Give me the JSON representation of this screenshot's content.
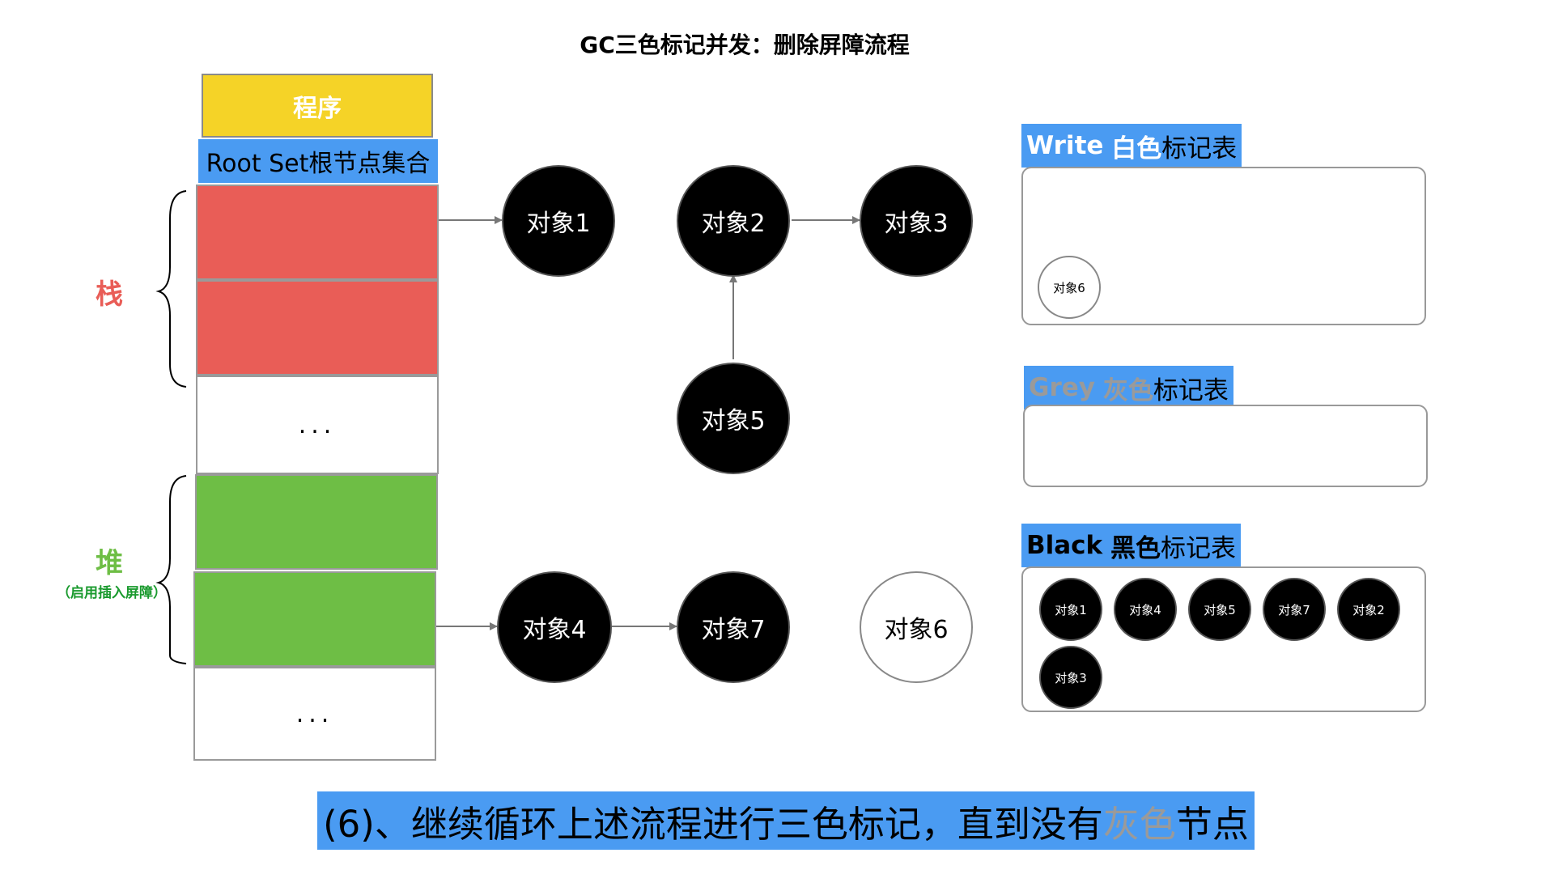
{
  "title": "GC三色标记并发：删除屏障流程",
  "program_label": "程序",
  "root_set_label": "Root Set根节点集合",
  "stack_label": "栈",
  "heap_label": "堆",
  "heap_note": "（启用插入屏障）",
  "ellipsis": "...",
  "nodes": {
    "obj1": "对象1",
    "obj2": "对象2",
    "obj3": "对象3",
    "obj4": "对象4",
    "obj5": "对象5",
    "obj6": "对象6",
    "obj7": "对象7"
  },
  "tables": {
    "white": {
      "en": "Write",
      "color_word": "白色",
      "suffix": "标记表",
      "items": [
        "对象6"
      ]
    },
    "grey": {
      "en": "Grey",
      "color_word": "灰色",
      "suffix": "标记表",
      "items": []
    },
    "black": {
      "en": "Black",
      "color_word": "黑色",
      "suffix": "标记表",
      "items": [
        "对象1",
        "对象4",
        "对象5",
        "对象7",
        "对象2",
        "对象3"
      ]
    }
  },
  "banner": {
    "prefix": "(6)、继续循环上述流程进行三色标记，直到没有",
    "highlight": "灰色",
    "suffix": "节点"
  },
  "colors": {
    "program": "#f5d327",
    "blue_label": "#4a9bf2",
    "stack_red": "#e95d57",
    "heap_green": "#6ebe45",
    "stack_text": "#e95d57",
    "heap_text": "#6ebe45",
    "heap_note_text": "#1a9a2e",
    "grey_text": "#9a9a9a"
  }
}
